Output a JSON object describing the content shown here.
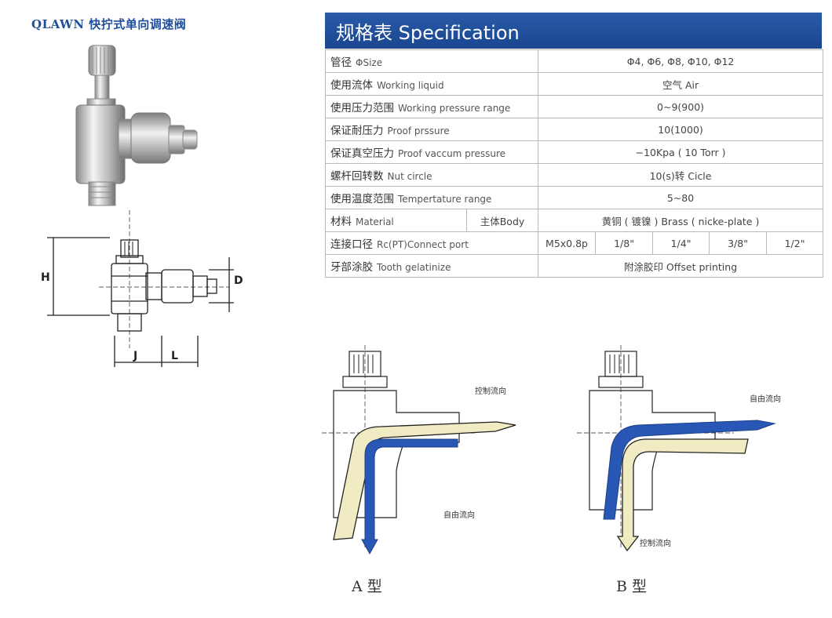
{
  "brand": "QLAWN 快拧式单向调速阀",
  "spec": {
    "title": "规格表 Specification",
    "rows": [
      {
        "zh": "管径",
        "en": "ΦSize",
        "value": "Φ4, Φ6, Φ8, Φ10, Φ12"
      },
      {
        "zh": "使用流体",
        "en": "Working liquid",
        "value": "空气 Air"
      },
      {
        "zh": "使用压力范围",
        "en": "Working pressure range",
        "value": "0~9(900)"
      },
      {
        "zh": "保证耐压力",
        "en": "Proof prssure",
        "value": "10(1000)"
      },
      {
        "zh": "保证真空压力",
        "en": "Proof vaccum pressure",
        "value": "−10Kpa ( 10 Torr )"
      },
      {
        "zh": "螺杆回转数",
        "en": "Nut circle",
        "value": "10(s)转 Cicle"
      },
      {
        "zh": "使用温度范围",
        "en": "Tempertature range",
        "value": "5~80"
      }
    ],
    "material": {
      "zh": "材料",
      "en": "Material",
      "sub": "主体Body",
      "value": "黄铜 ( 镀镍 ) Brass ( nicke-plate )"
    },
    "port": {
      "zh": "连接口径",
      "en": "Rc(PT)Connect port",
      "values": [
        "M5x0.8p",
        "1/8\"",
        "1/4\"",
        "3/8\"",
        "1/2\""
      ]
    },
    "tooth": {
      "zh": "牙部涂胶",
      "en": "Tooth gelatinize",
      "value": "附涂胶印 Offset printing"
    }
  },
  "drawing": {
    "H": "H",
    "D": "D",
    "J": "J",
    "L": "L"
  },
  "flow": {
    "a": {
      "controlled": "控制流向",
      "free": "自由流向",
      "type": "A 型"
    },
    "b": {
      "free": "自由流向",
      "controlled": "控制流向",
      "type": "B 型"
    }
  },
  "colors": {
    "header": "#1f4e9c",
    "free_flow": "#2957b5",
    "controlled_flow": "#f1ebc4"
  }
}
